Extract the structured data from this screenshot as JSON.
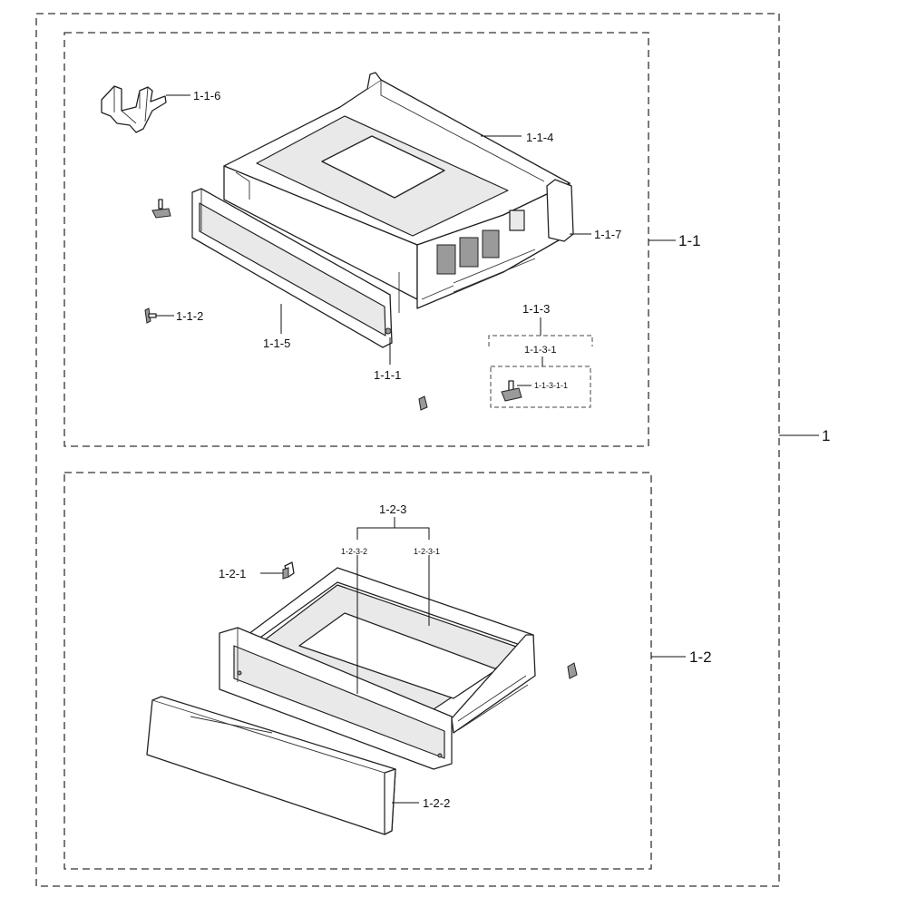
{
  "labels": {
    "assembly": "1",
    "sub_1_1": "1-1",
    "sub_1_2": "1-2",
    "p_1_1_1": "1-1-1",
    "p_1_1_2": "1-1-2",
    "p_1_1_3": "1-1-3",
    "p_1_1_3_1": "1-1-3-1",
    "p_1_1_3_1_1": "1-1-3-1-1",
    "p_1_1_4": "1-1-4",
    "p_1_1_5": "1-1-5",
    "p_1_1_6": "1-1-6",
    "p_1_1_7": "1-1-7",
    "p_1_2_1": "1-2-1",
    "p_1_2_2": "1-2-2",
    "p_1_2_3": "1-2-3",
    "p_1_2_3_1": "1-2-3-1",
    "p_1_2_3_2": "1-2-3-2"
  }
}
